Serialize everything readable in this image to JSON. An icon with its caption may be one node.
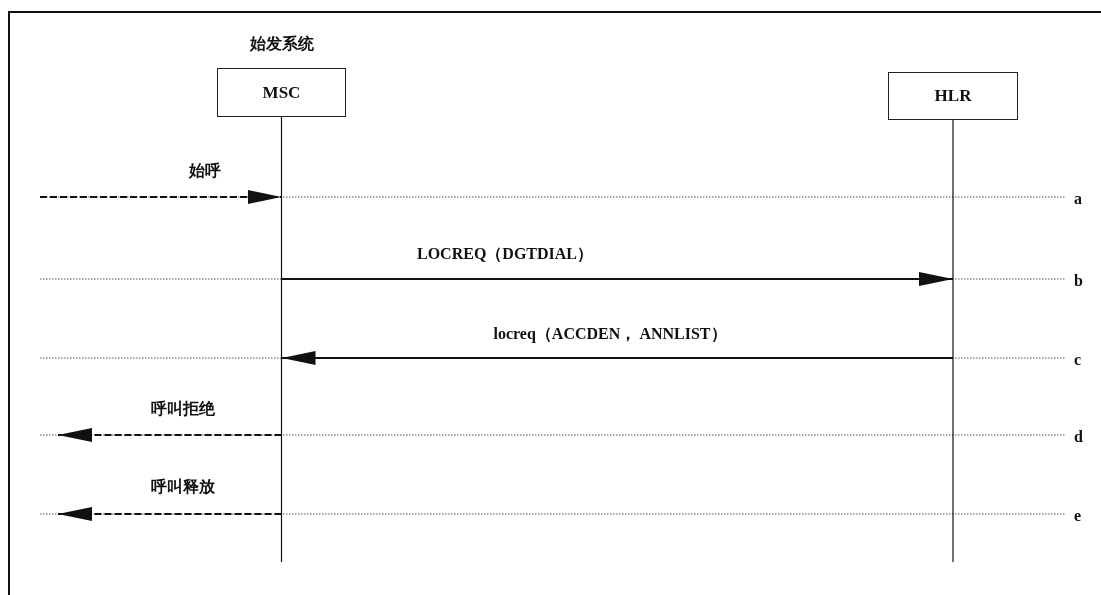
{
  "diagram": {
    "nodes": [
      {
        "text": [
          "MSC"
        ],
        "beside": [
          "始发系统"
        ]
      },
      {
        "text": [
          "HLR"
        ]
      }
    ],
    "edges": [
      {
        "from": null,
        "to": 0,
        "arrow": "to",
        "label": "始呼",
        "style": "dashed"
      },
      {
        "from": 0,
        "to": 1,
        "arrow": "to",
        "label": "LOCREQ（DGTDIAL）"
      },
      {
        "from": 1,
        "to": 0,
        "arrow": "to",
        "label": "locreq（ACCDEN， ANNLIST）"
      },
      {
        "from": 0,
        "to": null,
        "arrow": "to",
        "label": "呼叫拒绝",
        "style": "dashed"
      },
      {
        "from": 0,
        "to": null,
        "arrow": "to",
        "label": "呼叫释放",
        "style": "dashed"
      }
    ],
    "labels": [
      "a",
      "b",
      "c",
      "d",
      "e"
    ]
  }
}
